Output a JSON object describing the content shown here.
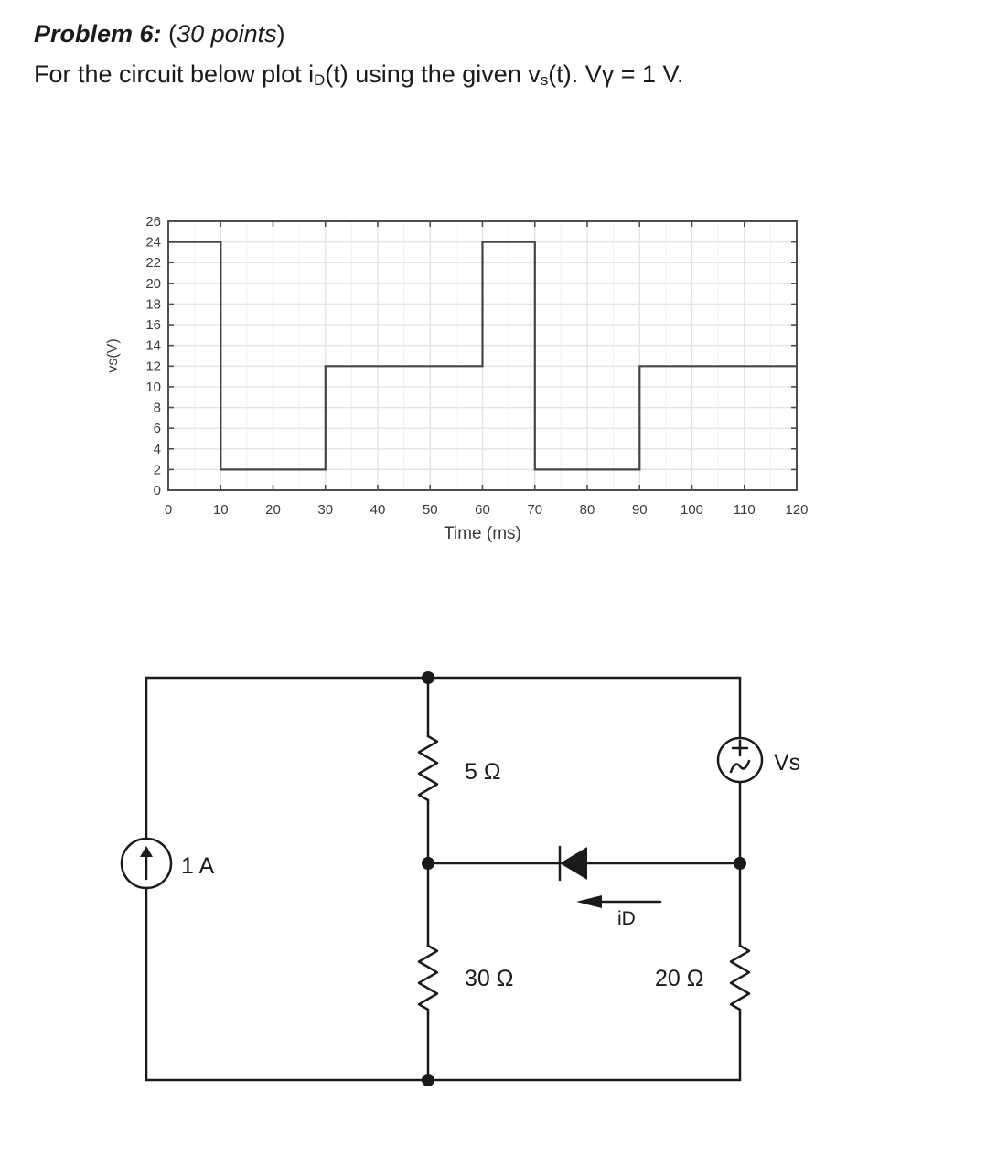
{
  "problem": {
    "label": "Problem 6:",
    "points_open": " (",
    "points": "30 points",
    "points_close": ")"
  },
  "statement": {
    "part1": "For the circuit below plot i",
    "sub1": "D",
    "part2": "(t) using the given v",
    "sub2": "s",
    "part3": "(t). Vγ = 1 V."
  },
  "chart_data": {
    "type": "line",
    "xlabel": "Time (ms)",
    "ylabel": "vs(V)",
    "xlim": [
      0,
      120
    ],
    "ylim": [
      0,
      26
    ],
    "x_ticks": [
      0,
      10,
      20,
      30,
      40,
      50,
      60,
      70,
      80,
      90,
      100,
      110,
      120
    ],
    "y_ticks": [
      0,
      2,
      4,
      6,
      8,
      10,
      12,
      14,
      16,
      18,
      20,
      22,
      24,
      26
    ],
    "x_minor_ticks": [
      5,
      15,
      25,
      35,
      45,
      55,
      65,
      75,
      85,
      95,
      105,
      115
    ],
    "y_minor_ticks": [
      1,
      3,
      5,
      7,
      9,
      11,
      13,
      15,
      17,
      19,
      21,
      23,
      25
    ],
    "grid": true,
    "series": [
      {
        "x": [
          0,
          10,
          10,
          30,
          30,
          60,
          60,
          70,
          70,
          90,
          90,
          120
        ],
        "y": [
          24,
          24,
          2,
          2,
          12,
          12,
          24,
          24,
          2,
          2,
          12,
          12
        ]
      }
    ],
    "line_color": "#4a4242"
  },
  "circuit": {
    "current_source_label": "1 A",
    "r1_label": "5 Ω",
    "r2_label": "30 Ω",
    "r3_label": "20 Ω",
    "voltage_source_label": "Vs",
    "diode_current_label": "iD"
  }
}
